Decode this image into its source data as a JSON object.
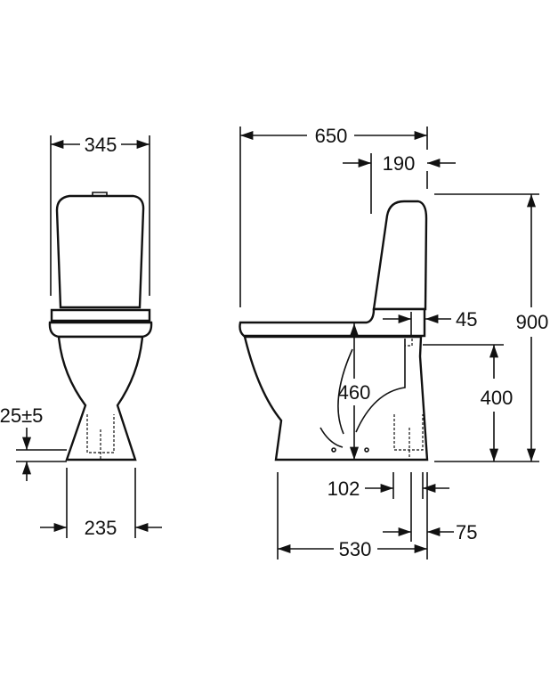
{
  "dimensions": {
    "front_width": "345",
    "front_base_width": "235",
    "floor_offset": "25±5",
    "side_depth": "650",
    "tank_depth": "190",
    "total_height": "900",
    "outlet_offset_top": "45",
    "seat_height": "460",
    "outlet_height": "400",
    "outlet_width": "102",
    "outlet_offset_bottom": "75",
    "base_depth": "530"
  },
  "colors": {
    "line": "#111111",
    "background": "#ffffff"
  }
}
